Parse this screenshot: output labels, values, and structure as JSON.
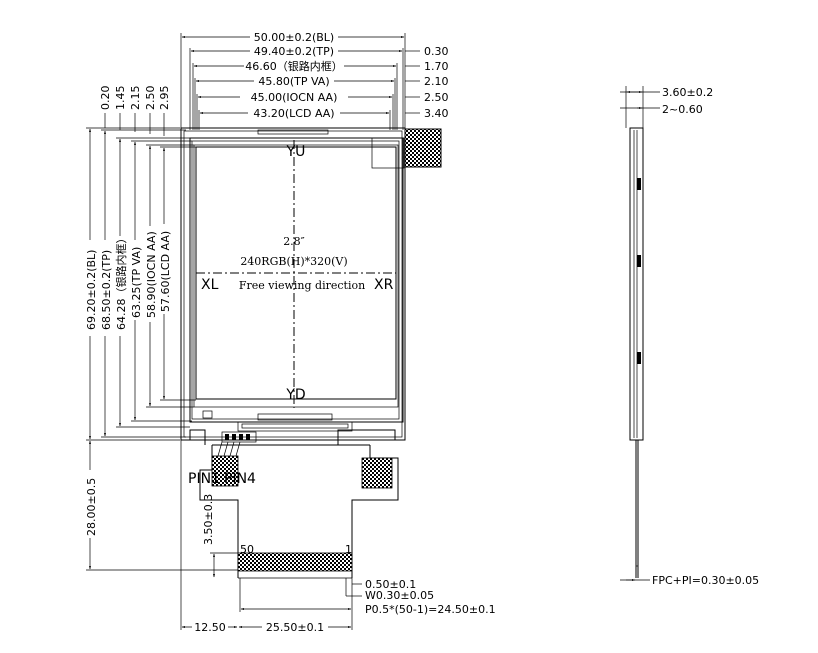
{
  "top_dims": [
    "50.00±0.2(BL)",
    "49.40±0.2(TP)",
    "46.60（银路内框）",
    "45.80(TP VA)",
    "45.00(IOCN AA)",
    "43.20(LCD AA)"
  ],
  "right_offsets": [
    "0.30",
    "1.70",
    "2.10",
    "2.50",
    "3.40"
  ],
  "top_left_offsets": [
    "0.20",
    "1.45",
    "2.15",
    "2.50",
    "2.95"
  ],
  "vert_dims": [
    "69.20±0.2(BL)",
    "68.50±0.2(TP)",
    "64.28（银路内框）",
    "63.25(TP VA)",
    "58.90(IOCN AA)",
    "57.60(LCD AA)"
  ],
  "screen": {
    "size": "2.8″",
    "resolution": "240RGB(H)*320(V)",
    "viewing": "Free viewing direction",
    "yu": "YU",
    "yd": "YD",
    "xl": "XL",
    "xr": "XR"
  },
  "pins": {
    "pin1": "PIN1",
    "pin4": "PIN4"
  },
  "fpc_numbers": {
    "left": "50",
    "right": "1"
  },
  "fpc_dims": {
    "height": "28.00±0.5",
    "tail": "3.50±0.3",
    "gap": "0.50±0.1",
    "width": "W0.30±0.05",
    "pitch": "P0.5*(50-1)=24.50±0.1"
  },
  "bottom_dims": {
    "left": "12.50",
    "center": "25.50±0.1"
  },
  "side_view": {
    "thickness": "3.60±0.2",
    "offset": "2~0.60",
    "fpc": "FPC+PI=0.30±0.05"
  }
}
